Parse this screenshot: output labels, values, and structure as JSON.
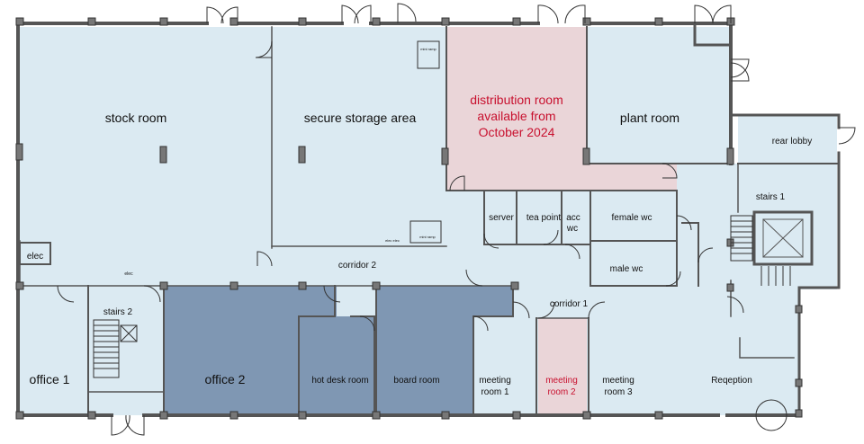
{
  "rooms": {
    "stock_room": "stock room",
    "secure_storage": "secure storage area",
    "distribution_line1": "distribution room",
    "distribution_line2": "available from",
    "distribution_line3": "October 2024",
    "plant_room": "plant room",
    "rear_lobby": "rear lobby",
    "stairs_1": "stairs 1",
    "stairs_2": "stairs 2",
    "elec": "elec",
    "elec_small": "elec",
    "corridor_2": "corridor 2",
    "corridor_1": "corridor 1",
    "server": "server",
    "tea_point": "tea point",
    "acc_wc_line1": "acc",
    "acc_wc_line2": "wc",
    "female_wc": "female wc",
    "male_wc": "male wc",
    "office_1": "office 1",
    "office_2": "office 2",
    "hot_desk_room": "hot desk room",
    "board_room": "board room",
    "meeting_room_1_line1": "meeting",
    "meeting_room_1_line2": "room 1",
    "meeting_room_2_line1": "meeting",
    "meeting_room_2_line2": "room 2",
    "meeting_room_3_line1": "meeting",
    "meeting_room_3_line2": "room 3",
    "reception": "Reqeption",
    "ramp_label_1": "mini ramp",
    "ramp_label_2": "mini ramp",
    "elec_tiny": "elec  elec"
  },
  "colors": {
    "light_room": "#dbeaf2",
    "dark_room": "#7f97b3",
    "highlight_room": "#ead5d8",
    "highlight_text": "#c8102e",
    "wall": "#555555",
    "label_text": "#111111"
  }
}
